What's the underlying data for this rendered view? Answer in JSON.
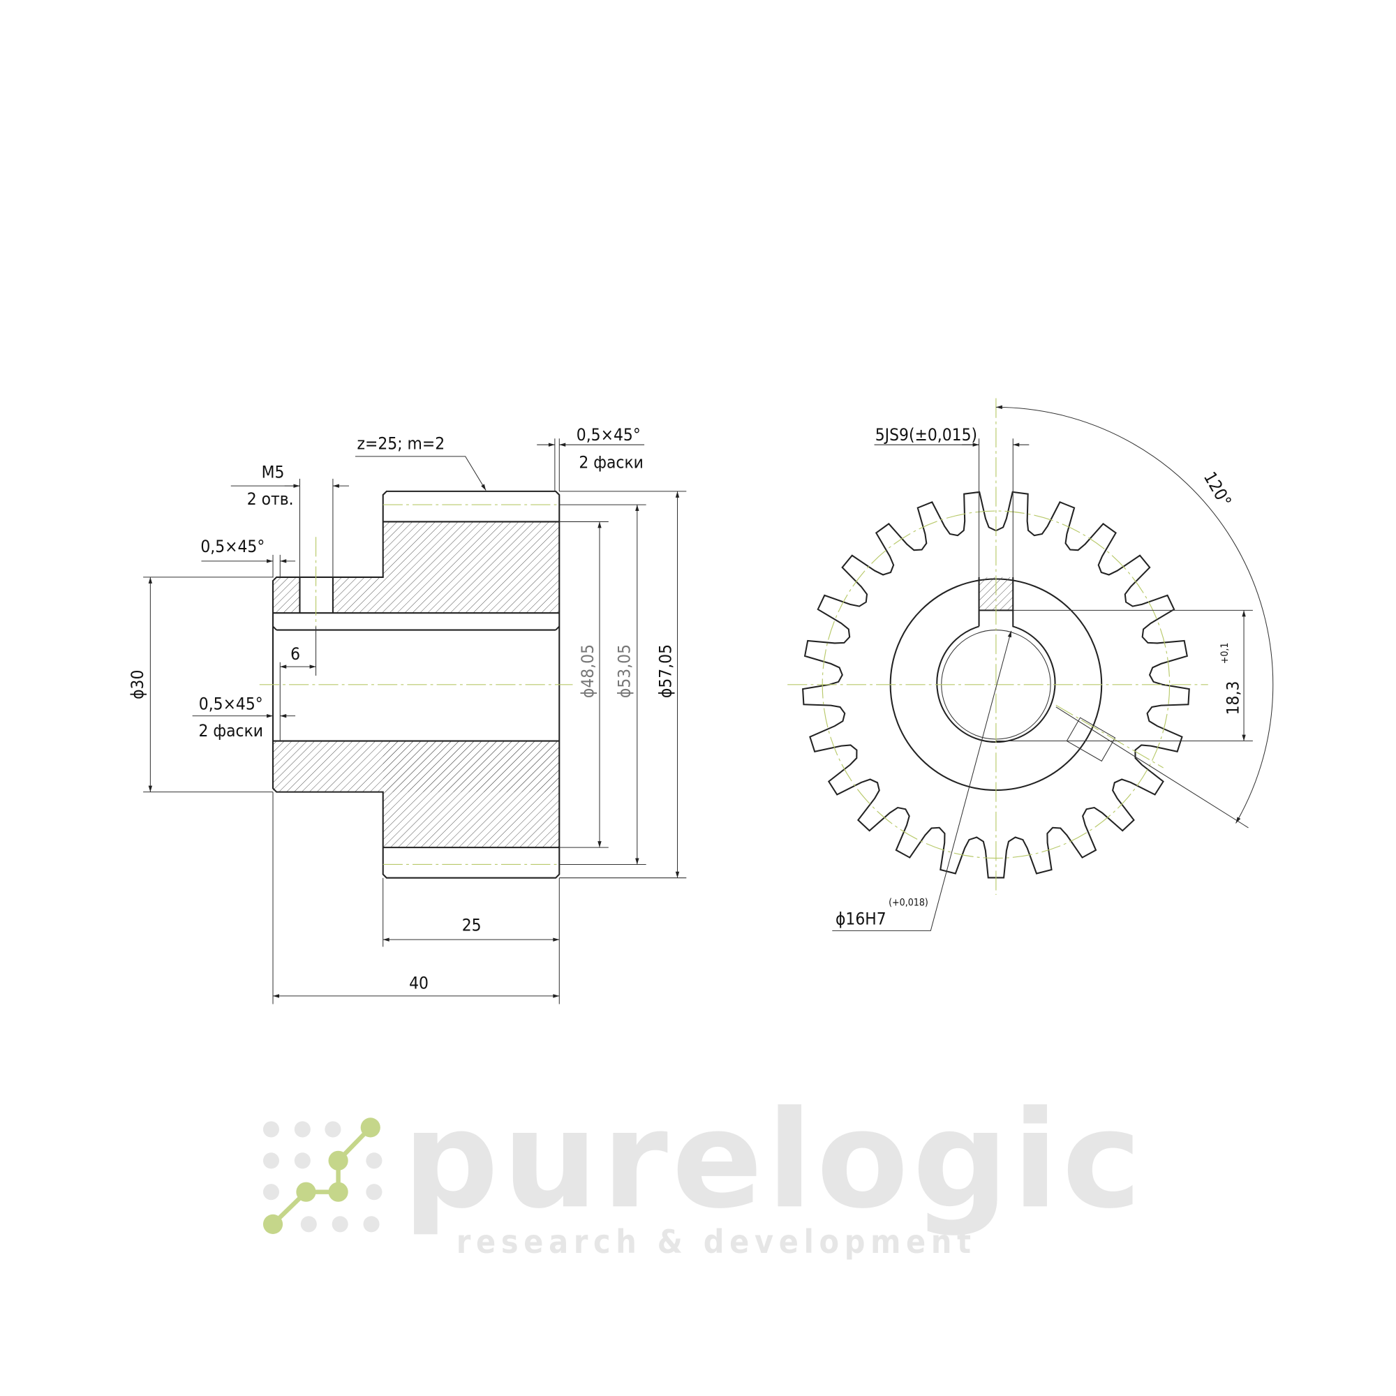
{
  "drawing": {
    "side_view": {
      "gear_spec": "z=25; m=2",
      "thread_label": "M5",
      "thread_count": "2 отв.",
      "chamfer_left_top": "0,5×45°",
      "hole_offset": "6",
      "chamfer_left_bottom": "0,5×45°",
      "chamfer_left_bottom_count": "2 фаски",
      "chamfer_right": "0,5×45°",
      "chamfer_right_count": "2 фаски",
      "hub_diameter": "ϕ30",
      "root_diameter": "ϕ48,05",
      "pitch_diameter": "ϕ53,05",
      "outer_diameter": "ϕ57,05",
      "gear_width": "25",
      "total_length": "40"
    },
    "front_view": {
      "keyway": "5JS9(±0,015)",
      "angle": "120°",
      "key_depth": "18,3",
      "key_depth_tol": "+0,1",
      "bore": "ϕ16H7",
      "bore_tol": "(+0,018)",
      "teeth": 25
    },
    "colors": {
      "line": "#222222",
      "centerline": "#b8c96a",
      "watermark_accent": "#c5d68a"
    }
  },
  "watermark": {
    "brand": "purelogic",
    "tagline": "research & development"
  }
}
